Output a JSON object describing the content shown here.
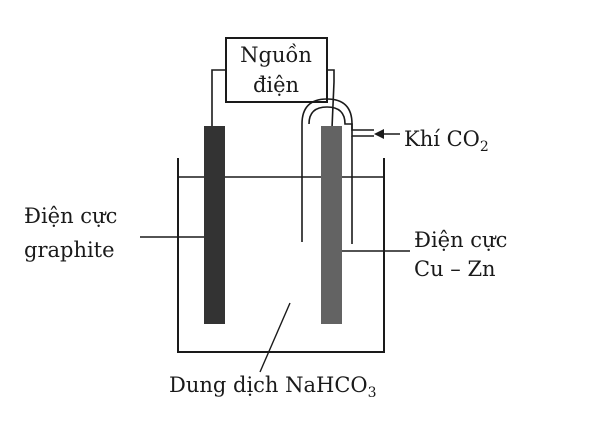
{
  "power_source": {
    "line1": "Nguồn",
    "line2": "điện"
  },
  "gas_inlet": {
    "label": "Khí CO",
    "subscript": "2"
  },
  "electrode_left": {
    "line1": "Điện cực",
    "line2": "graphite",
    "color": "#333333"
  },
  "electrode_right": {
    "line1": "Điện cực",
    "line2": "Cu – Zn",
    "color": "#636363"
  },
  "solution": {
    "label": "Dung dịch NaHCO",
    "subscript": "3"
  }
}
